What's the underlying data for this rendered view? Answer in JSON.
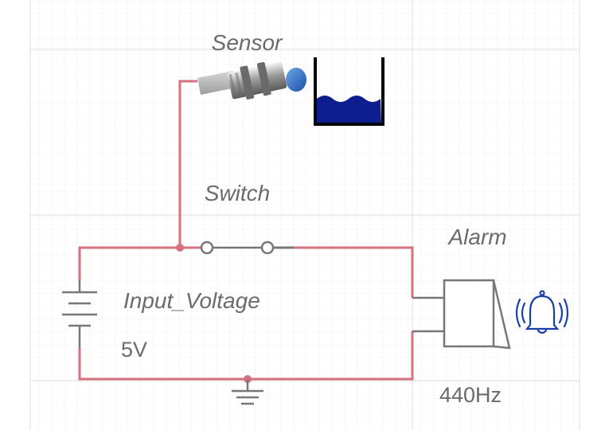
{
  "labels": {
    "sensor": "Sensor",
    "switch": "Switch",
    "input_voltage": "Input_Voltage",
    "voltage_value": "5V",
    "alarm": "Alarm",
    "frequency": "440Hz"
  },
  "colors": {
    "wire": "#d9707f",
    "lead": "#777777",
    "label": "#6b6b6b",
    "water": "#0d1f8f",
    "bell": "#1a3fa8",
    "grid": "#e8e8e8"
  },
  "icons": {
    "sensor": "proximity-sensor-icon",
    "tank": "water-tank-icon",
    "bell": "ringing-bell-icon",
    "ground": "ground-icon",
    "battery": "battery-icon"
  }
}
